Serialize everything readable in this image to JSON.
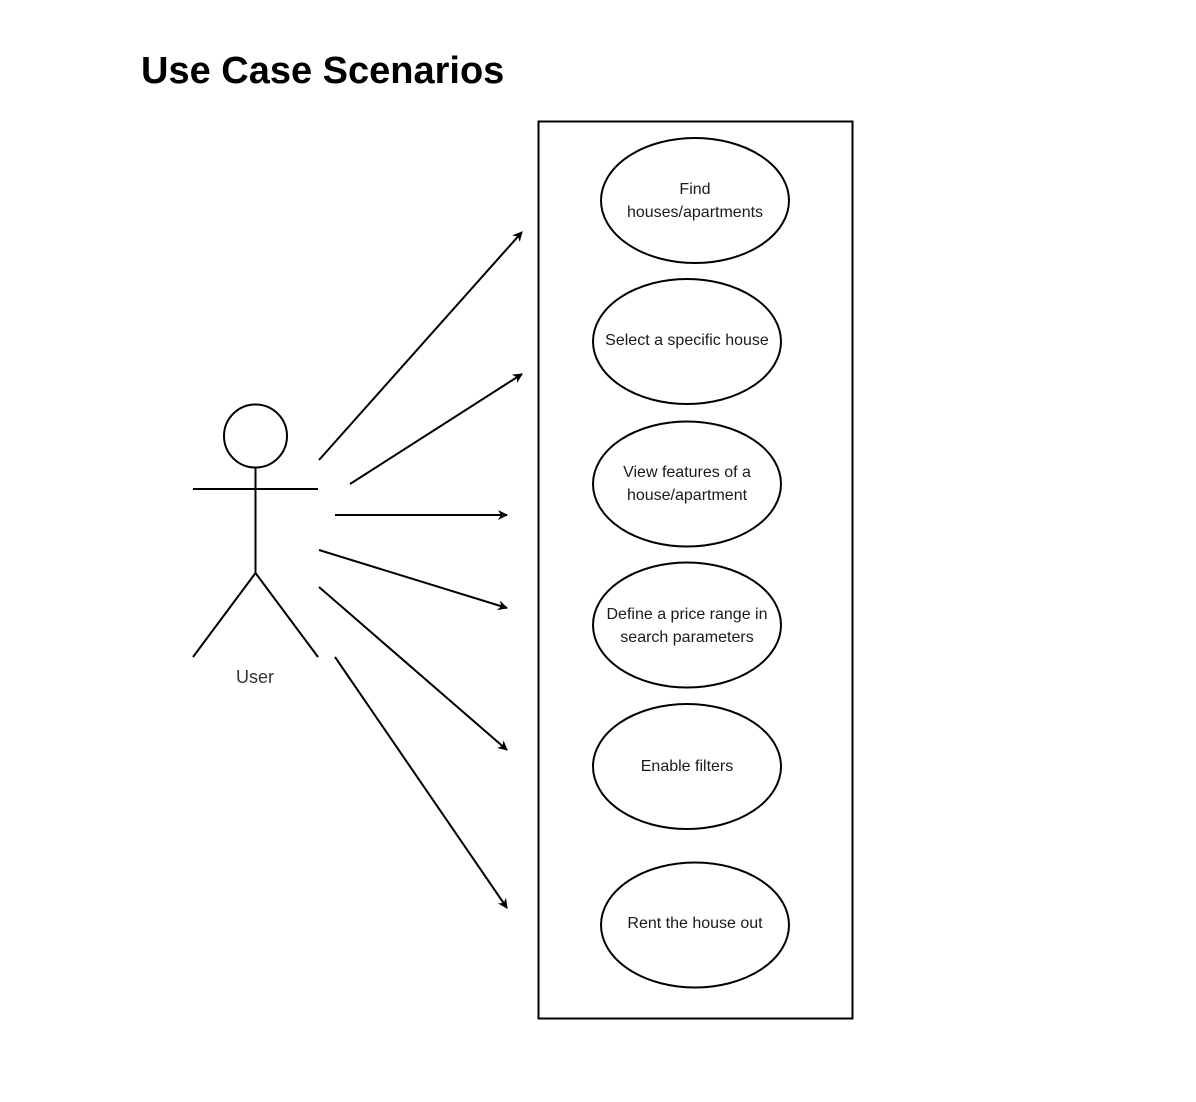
{
  "title": "Use Case Scenarios",
  "actor": {
    "label": "User"
  },
  "use_cases": [
    {
      "label": "Find\nhouses/apartments"
    },
    {
      "label": "Select a specific house"
    },
    {
      "label": "View features of a\nhouse/apartment"
    },
    {
      "label": "Define a price range in\nsearch parameters"
    },
    {
      "label": "Enable filters"
    },
    {
      "label": "Rent the house out"
    }
  ],
  "colors": {
    "stroke": "#000000",
    "text": "#1a1a1a",
    "background": "#ffffff"
  }
}
